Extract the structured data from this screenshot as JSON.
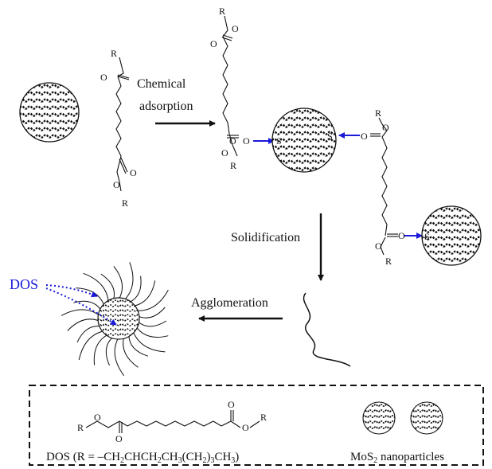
{
  "process": {
    "chemical_adsorption_line1": "Chemical",
    "chemical_adsorption_line2": "adsorption",
    "solidification": "Solidification",
    "agglomeration": "Agglomeration",
    "dos_pointer": "DOS"
  },
  "atoms": {
    "R": "R",
    "O": "O",
    "S": "S"
  },
  "legend": {
    "dos_formula_prefix": "DOS (R = ",
    "dos_formula_body": "–CH",
    "mos2_prefix": "MoS",
    "mos2_sub": "2",
    "mos2_suffix": " nanoparticles"
  },
  "colors": {
    "arrow_blue": "#1a1ad8",
    "ink": "#111111"
  }
}
